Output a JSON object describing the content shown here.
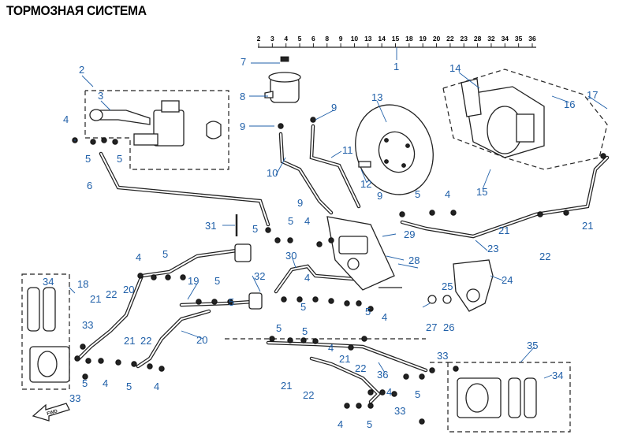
{
  "title": "ТОРМОЗНАЯ СИСТЕМА",
  "top_scale": [
    "2",
    "3",
    "4",
    "5",
    "6",
    "8",
    "9",
    "10",
    "13",
    "14",
    "15",
    "18",
    "19",
    "20",
    "22",
    "23",
    "28",
    "32",
    "34",
    "35",
    "36"
  ],
  "callouts": [
    "1",
    "2",
    "3",
    "4",
    "5",
    "6",
    "7",
    "8",
    "9",
    "10",
    "11",
    "12",
    "13",
    "14",
    "15",
    "16",
    "17",
    "18",
    "19",
    "20",
    "21",
    "22",
    "23",
    "24",
    "25",
    "26",
    "27",
    "28",
    "29",
    "30",
    "31",
    "32",
    "33",
    "34",
    "35",
    "36"
  ],
  "icons": [
    "front-arrow-icon"
  ]
}
